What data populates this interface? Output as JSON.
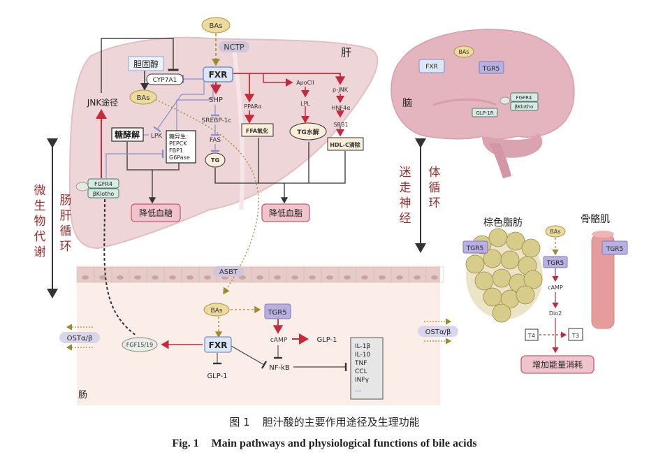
{
  "colors": {
    "liver": "#eed5d8",
    "liver_stroke": "#e2bfc4",
    "intestine_bg": "#fbeee9",
    "brain": "#e4b4bf",
    "bas_fill": "#ecdb9c",
    "fxr_fill": "#dde6f6",
    "fxr_stroke": "#7b8fc4",
    "tgr5_fill": "#b8b0e0",
    "receptor_fill": "#d7ebe4",
    "result_fill": "#f0c4cc",
    "result_stroke": "#c85a6c",
    "red_arrow": "#c8283c",
    "inhibit": "#8c8fc9",
    "dashed_olive": "#9c8a2c",
    "side_text": "#9a2c2c",
    "box_fill": "#fbeedb"
  },
  "liver": {
    "organ_label": "肝",
    "bas_top": "BAs",
    "nctp": "NCTP",
    "cholesterol": "胆固醇",
    "cyp7a1": "CYP7A1",
    "bas": "BAs",
    "fxr": "FXR",
    "shp": "SHP",
    "srebp": "SREBP-1c",
    "fas": "FAS",
    "tg": "TG",
    "ppara": "PPARα",
    "ffa": "FFA氧化",
    "apocii": "ApoCII",
    "lpl": "LPL",
    "tg_hydrolysis": "TG水解",
    "pjnk": "p-JNK",
    "hnf4a": "HNF4α",
    "srb1": "SRB1",
    "hdl": "HDL-C清除",
    "jnk": "JNK途径",
    "glycolysis": "糖酵解",
    "lpk": "LPK",
    "gluconeo": [
      "糖异生:",
      "PEPCK",
      "FBP1",
      "G6Pase"
    ],
    "fgfr4": "FGFR4",
    "bklotho": "βKlotho",
    "lower_glucose": "降低血糖",
    "lower_lipid": "降低血脂"
  },
  "brain": {
    "organ_label": "脑",
    "bas": "BAs",
    "fxr": "FXR",
    "tgr5": "TGR5",
    "fgfr4": "FGFR4",
    "bklotho": "βKlotho",
    "glp1r": "GLP-1R"
  },
  "side_labels": {
    "micro": [
      "微",
      "生",
      "物",
      "代",
      "谢"
    ],
    "enterohepatic": [
      "肠",
      "肝",
      "循",
      "环"
    ],
    "vagus": [
      "迷",
      "走",
      "神",
      "经"
    ],
    "systemic": [
      "体",
      "循",
      "环"
    ]
  },
  "intestine": {
    "organ_label": "肠",
    "asbt": "ASBT",
    "bas": "BAs",
    "tgr5": "TGR5",
    "fxr": "FXR",
    "camp": "cAMP",
    "glp1_up": "GLP-1",
    "glp1_down": "GLP-1",
    "nfkb": "NF-kB",
    "fgf": "FGF15/19",
    "ost_left": "OSTα/β",
    "ost_right": "OSTα/β",
    "cytokines": [
      "IL-1β",
      "IL-10",
      "TNF",
      "CCL",
      "INFγ",
      "..."
    ]
  },
  "periphery": {
    "bat_label": "棕色脂肪",
    "muscle_label": "骨骼肌",
    "bat_tgr5": "TGR5",
    "muscle_tgr5": "TGR5",
    "bas": "BAs",
    "tgr5": "TGR5",
    "camp": "cAMP",
    "dio2": "Dio2",
    "t4": "T4",
    "t3": "T3",
    "energy": "增加能量消耗"
  },
  "caption": {
    "cn_num": "图 1",
    "cn_text": "胆汁酸的主要作用途径及生理功能",
    "en_num": "Fig. 1",
    "en_text": "Main pathways and physiological functions of bile acids"
  }
}
